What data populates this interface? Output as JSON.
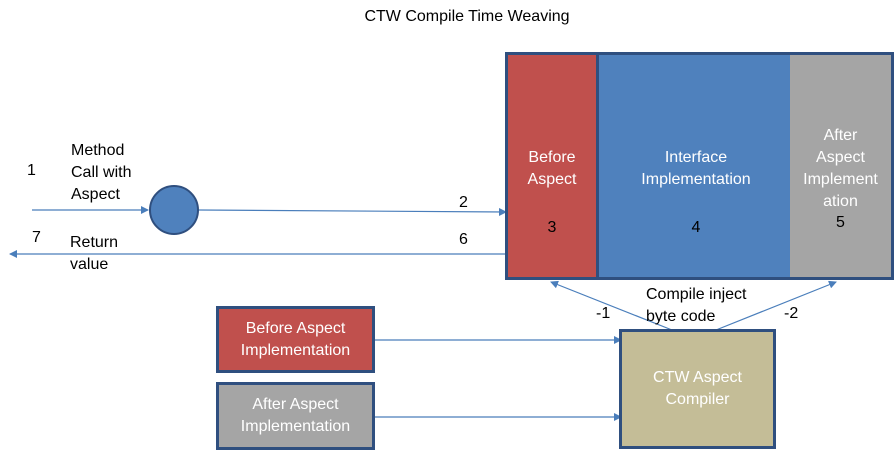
{
  "title": "CTW Compile Time Weaving",
  "labels": {
    "step1": "1",
    "method_call": [
      "Method",
      "Call with",
      "Aspect"
    ],
    "step7": "7",
    "return_value": [
      "Return",
      "value"
    ],
    "step2": "2",
    "step6": "6",
    "minus1": "-1",
    "minus2": "-2",
    "compile_inject": [
      "Compile inject",
      "byte code"
    ]
  },
  "woven_class": {
    "before": {
      "text": [
        "Before",
        "Aspect"
      ],
      "number": "3"
    },
    "interface": {
      "text": [
        "Interface",
        "Implementation"
      ],
      "number": "4"
    },
    "after": {
      "text": [
        "After",
        "Aspect",
        "Implement",
        "ation"
      ],
      "number": "5"
    }
  },
  "before_impl": [
    "Before Aspect",
    "Implementation"
  ],
  "after_impl": [
    "After Aspect",
    "Implementation"
  ],
  "compiler": [
    "CTW Aspect",
    "Compiler"
  ],
  "colors": {
    "red": "#c0504d",
    "blue": "#4f81bd",
    "gray": "#a5a5a5",
    "tan": "#c4bd97",
    "border": "#2f4f7f",
    "arrow": "#4a7ebb"
  }
}
